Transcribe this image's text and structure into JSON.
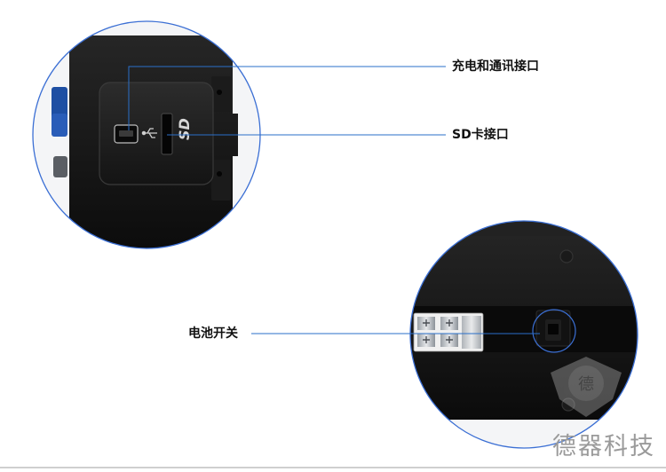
{
  "callouts": {
    "charge_port": "充电和通讯接口",
    "sd_slot": "SD卡接口",
    "battery_switch": "电池开关"
  },
  "brand": {
    "name": "德器科技",
    "logo_char": "德"
  },
  "colors": {
    "callout_line": "#2a6fc9",
    "circle_border": "#3b6fd4",
    "device_body": "#151515"
  },
  "icons": {
    "usb": "usb-symbol-icon",
    "sd": "sd-logo-icon"
  }
}
